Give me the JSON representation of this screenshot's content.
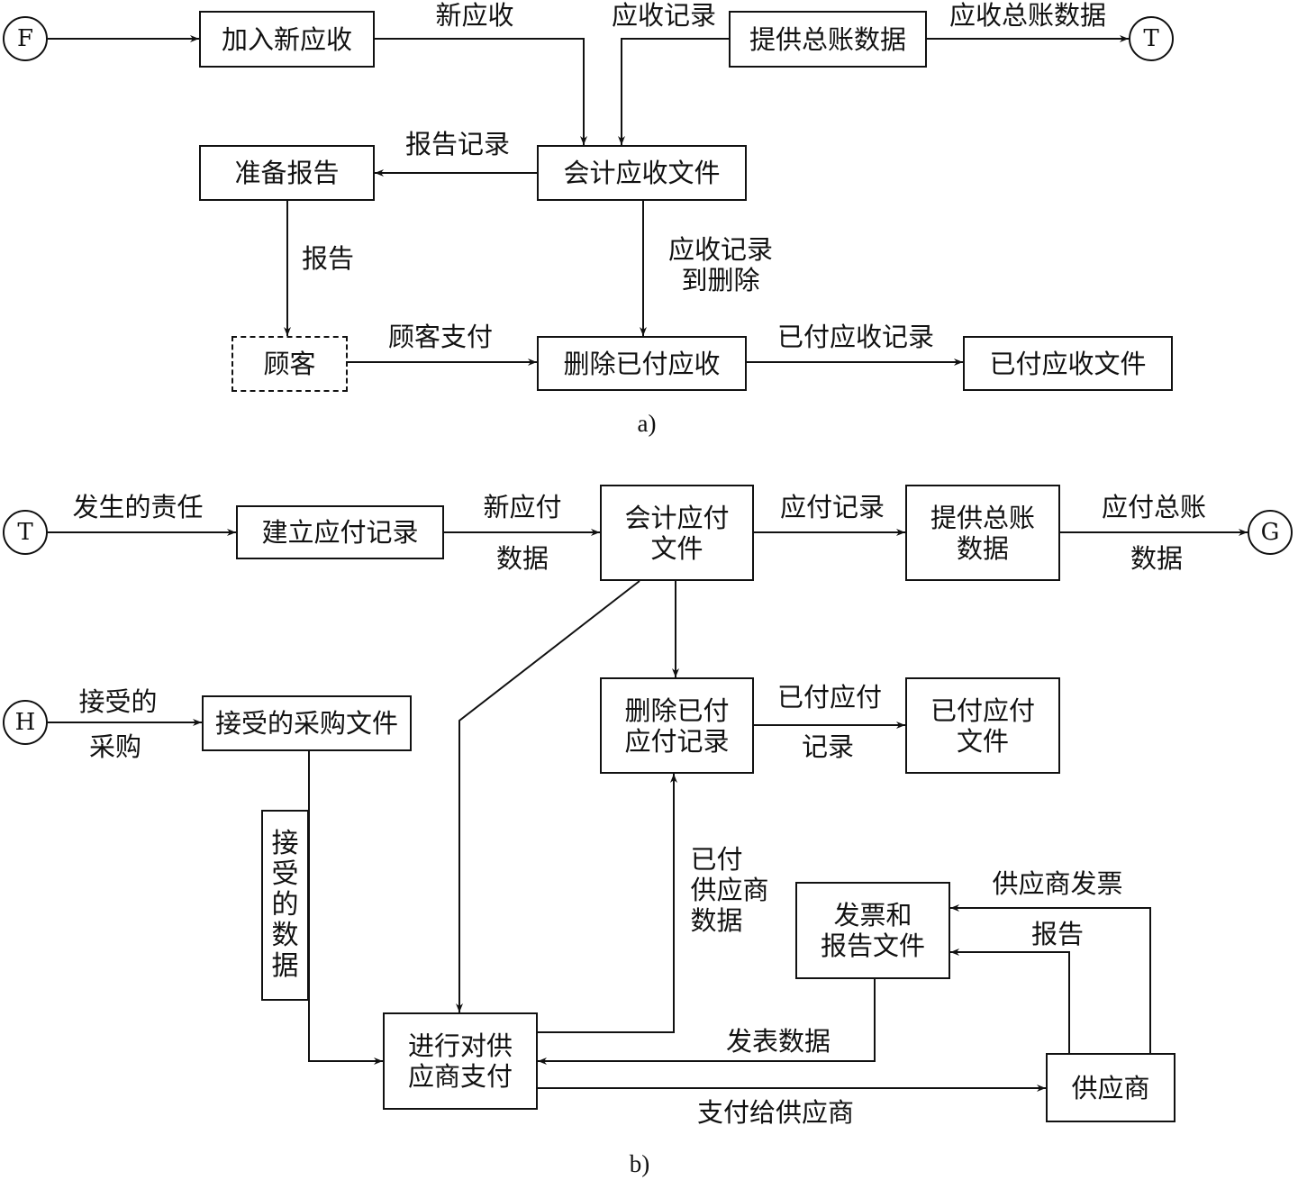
{
  "part_a": {
    "caption": "a)",
    "connectors": {
      "F": "F",
      "T": "T"
    },
    "boxes": {
      "add_new": "加入新应收",
      "provide_gl": "提供总账数据",
      "prepare_report": "准备报告",
      "ar_file": "会计应收文件",
      "customer": "顾客",
      "delete_paid": "删除已付应收",
      "paid_file": "已付应收文件"
    },
    "labels": {
      "new_ar": "新应收",
      "ar_record": "应收记录",
      "ar_gl_data": "应收总账数据",
      "report_record": "报告记录",
      "report": "报告",
      "ar_to_delete": "应收记录\n到删除",
      "customer_payment": "顾客支付",
      "paid_ar_record": "已付应收记录"
    }
  },
  "part_b": {
    "caption": "b)",
    "connectors": {
      "T": "T",
      "G": "G",
      "H": "H"
    },
    "boxes": {
      "create_ap": "建立应付记录",
      "ap_file": "会计应付\n文件",
      "provide_gl": "提供总账\n数据",
      "accepted_file": "接受的采购文件",
      "delete_paid": "删除已付\n应付记录",
      "paid_file": "已付应付\n文件",
      "accepted_data": "接\n受\n的\n数\n据",
      "invoice_file": "发票和\n报告文件",
      "pay_vendor": "进行对供\n应商支付",
      "vendor": "供应商"
    },
    "labels": {
      "liability": "发生的责任",
      "new_ap_1": "新应付",
      "new_ap_2": "数据",
      "ap_record": "应付记录",
      "ap_gl_1": "应付总账",
      "ap_gl_2": "数据",
      "accepted_purchase_1": "接受的",
      "accepted_purchase_2": "采购",
      "paid_ap_1": "已付应付",
      "paid_ap_2": "记录",
      "paid_vendor_data": "已付\n供应商\n数据",
      "vendor_invoice": "供应商发票",
      "report": "报告",
      "invoice_data": "发表数据",
      "pay_to_vendor": "支付给供应商"
    }
  }
}
